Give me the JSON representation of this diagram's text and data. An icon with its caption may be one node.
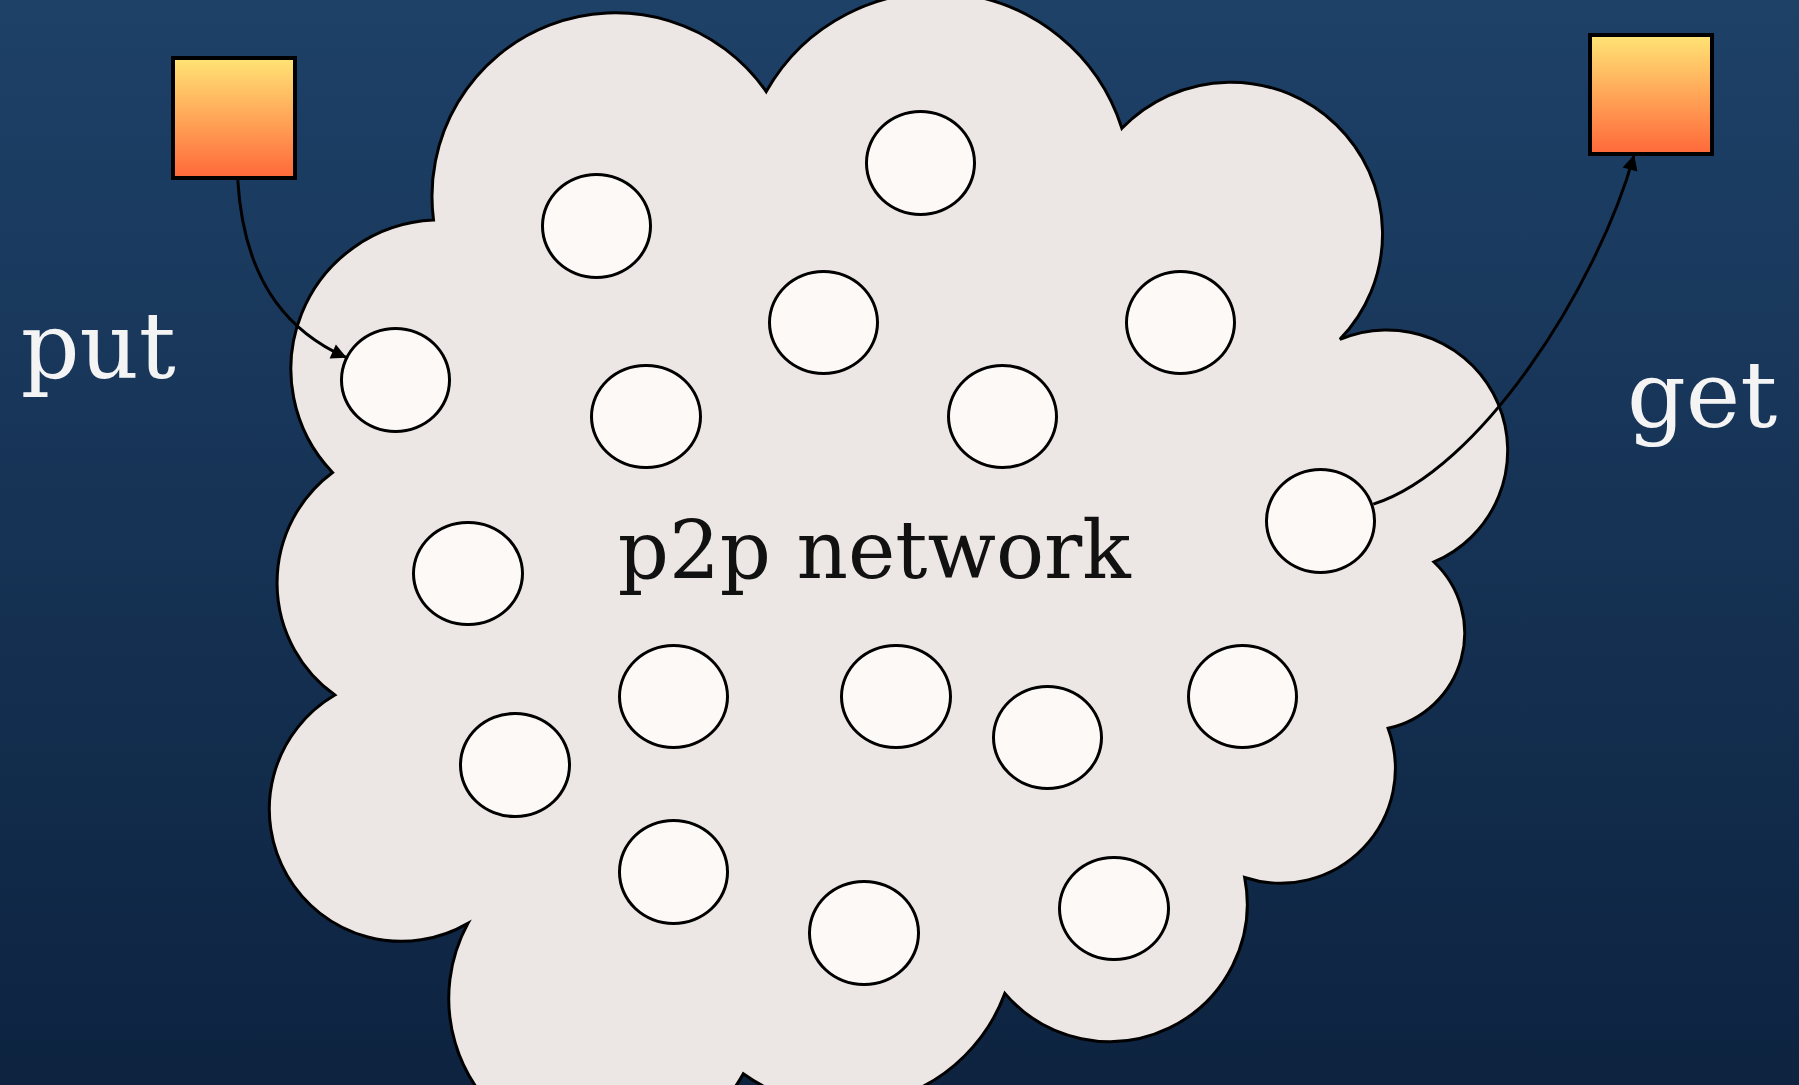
{
  "diagram": {
    "nodes": [
      {
        "text": [],
        "shape": "box"
      },
      {
        "text": [],
        "shape": "box"
      },
      {
        "text": [
          "p2p network"
        ]
      },
      {
        "text": [],
        "shape": "circle",
        "in": 2
      },
      {
        "text": [],
        "shape": "circle",
        "in": 2
      },
      {
        "text": [],
        "shape": "circle",
        "in": 2
      },
      {
        "text": [],
        "shape": "circle",
        "in": 2
      },
      {
        "text": [],
        "shape": "circle",
        "in": 2
      },
      {
        "text": [],
        "shape": "circle",
        "in": 2
      },
      {
        "text": [],
        "shape": "circle",
        "in": 2
      },
      {
        "text": [],
        "shape": "circle",
        "in": 2
      },
      {
        "text": [],
        "shape": "circle",
        "in": 2
      },
      {
        "text": [],
        "shape": "circle",
        "in": 2
      },
      {
        "text": [],
        "shape": "circle",
        "in": 2
      },
      {
        "text": [],
        "shape": "circle",
        "in": 2
      },
      {
        "text": [],
        "shape": "circle",
        "in": 2
      },
      {
        "text": [],
        "shape": "circle",
        "in": 2
      },
      {
        "text": [],
        "shape": "circle",
        "in": 2
      },
      {
        "text": [],
        "shape": "circle",
        "in": 2
      },
      {
        "text": [],
        "shape": "circle",
        "in": 2
      }
    ],
    "edges": [
      {
        "from": 0,
        "to": 7,
        "arrow": "to"
      },
      {
        "from": 10,
        "to": 1,
        "arrow": "to"
      }
    ],
    "labels": [
      "put",
      "get"
    ]
  }
}
